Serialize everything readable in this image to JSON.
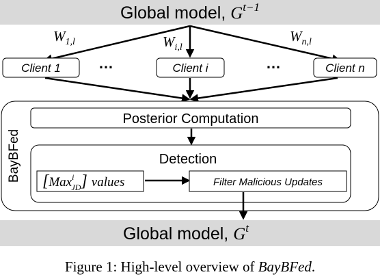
{
  "header": {
    "label": "Global model, ",
    "sym": "G",
    "sup": "t−1"
  },
  "weights": [
    {
      "sym": "W",
      "sub": "1,l"
    },
    {
      "sym": "W",
      "sub": "i,l"
    },
    {
      "sym": "W",
      "sub": "n,l"
    }
  ],
  "clients": [
    {
      "label": "Client 1"
    },
    {
      "label": "Client i"
    },
    {
      "label": "Client n"
    }
  ],
  "ellipsis": "…",
  "system_name": "BayBFed",
  "posterior": {
    "label": "Posterior Computation"
  },
  "detection": {
    "title": "Detection",
    "max_sym": "Max",
    "max_sup": "i",
    "max_sub": "JD",
    "values_text": "values",
    "filter_label": "Filter Malicious Updates"
  },
  "footer": {
    "label": "Global model, ",
    "sym": "G",
    "sup": "t"
  },
  "caption": {
    "prefix": "Figure 1: High-level overview of ",
    "name": "BayBFed",
    "suffix": "."
  }
}
